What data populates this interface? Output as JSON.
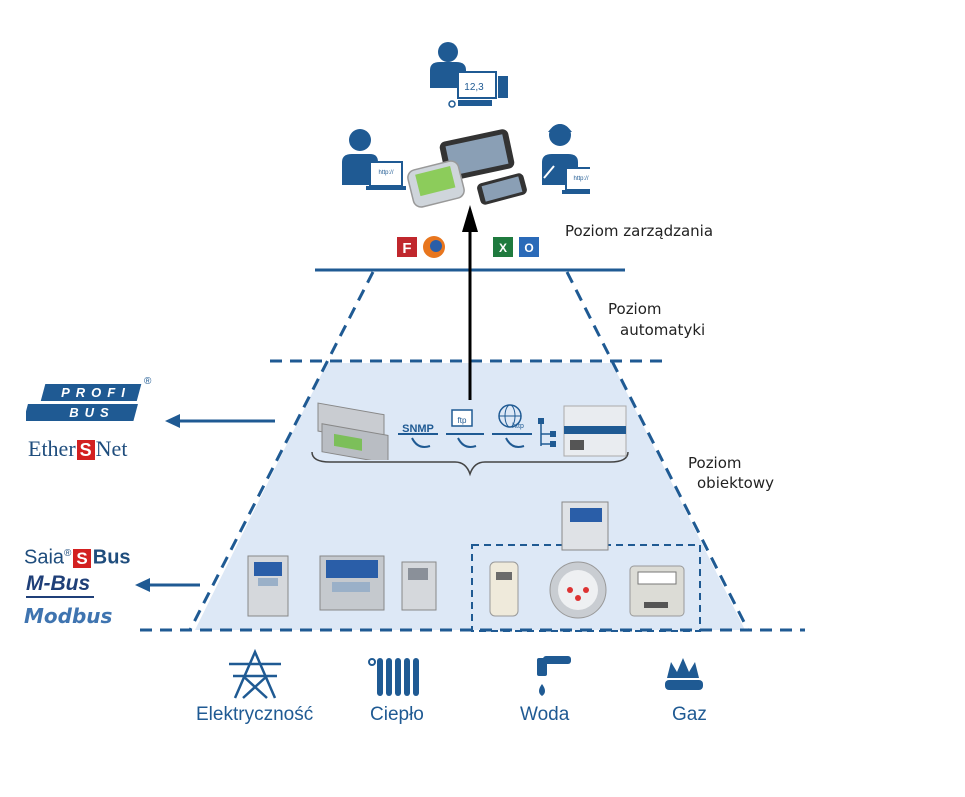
{
  "levels": {
    "management": "Poziom zarządzania",
    "automation_line1": "Poziom",
    "automation_line2": "automatyki",
    "field_line1": "Poziom",
    "field_line2": "obiektowy"
  },
  "protocols_upper": {
    "profi": "PROFI",
    "bus": "BUS",
    "registered": "®",
    "ether_prefix": "Ether",
    "ether_s": "S",
    "ether_suffix": "Net"
  },
  "protocols_lower": {
    "saia_prefix": "Saia",
    "saia_reg": "®",
    "saia_s": "S",
    "saia_suffix": "Bus",
    "mbus": "M-Bus",
    "modbus": "Modbus"
  },
  "device_labels": {
    "snmp": "SNMP",
    "ftp": "ftp",
    "http": "http",
    "screen_value": "12,3",
    "browser_url": "http://"
  },
  "resources": {
    "electricity": "Elektryczność",
    "heat": "Ciepło",
    "water": "Woda",
    "gas": "Gaz"
  },
  "colors": {
    "dashed_line": "#1f5a93",
    "fill": "#dde8f6",
    "icon_blue": "#1f5a93",
    "arrow": "#000000",
    "s_red": "#d32020"
  }
}
